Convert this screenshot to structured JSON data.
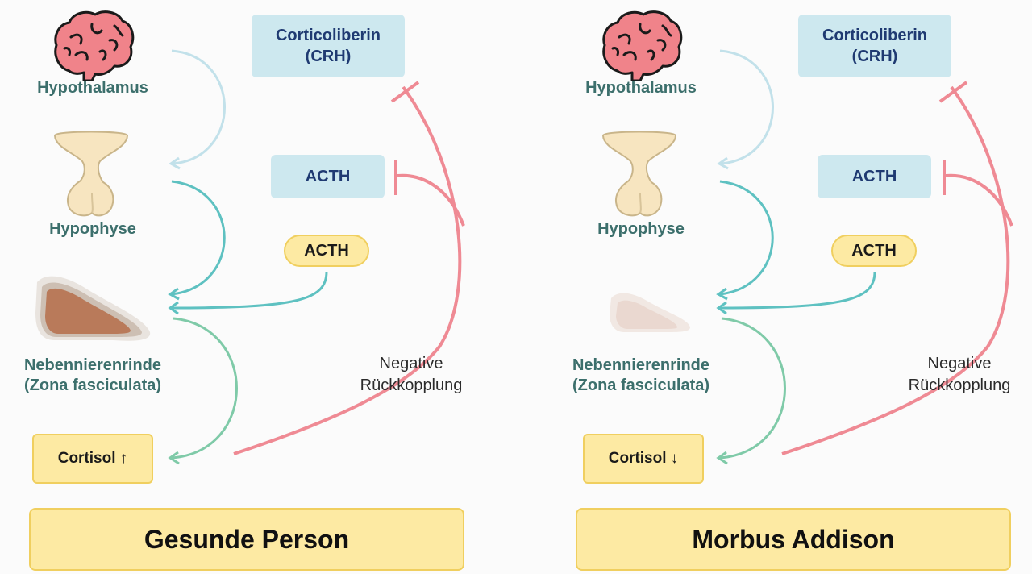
{
  "panels": [
    {
      "hypothalamus": "Hypothalamus",
      "hypophyse": "Hypophyse",
      "nnr_line1": "Nebennierenrinde",
      "nnr_line2": "(Zona fasciculata)",
      "crh_line1": "Corticoliberin",
      "crh_line2": "(CRH)",
      "acth_box": "ACTH",
      "acth_pill": "ACTH",
      "cortisol": "Cortisol ↑",
      "feedback_line1": "Negative",
      "feedback_line2": "Rückkopplung",
      "title": "Gesunde Person"
    },
    {
      "hypothalamus": "Hypothalamus",
      "hypophyse": "Hypophyse",
      "nnr_line1": "Nebennierenrinde",
      "nnr_line2": "(Zona fasciculata)",
      "crh_line1": "Corticoliberin",
      "crh_line2": "(CRH)",
      "acth_box": "ACTH",
      "acth_pill": "ACTH",
      "cortisol": "Cortisol ↓",
      "feedback_line1": "Negative",
      "feedback_line2": "Rückkopplung",
      "title": "Morbus Addison"
    }
  ],
  "colors": {
    "brain": "#f0838a",
    "pituitary": "#f7e5c0",
    "adrenal_healthy": "#b97a5a",
    "adrenal_atrophic": "#ead8d0",
    "arrow_light": "#c2e1ea",
    "arrow_teal": "#5ec1c1",
    "arrow_green": "#7fcaa8",
    "feedback": "#ef8a94",
    "hormone_box": "#cde8ef",
    "highlight": "#fdeaa3"
  }
}
